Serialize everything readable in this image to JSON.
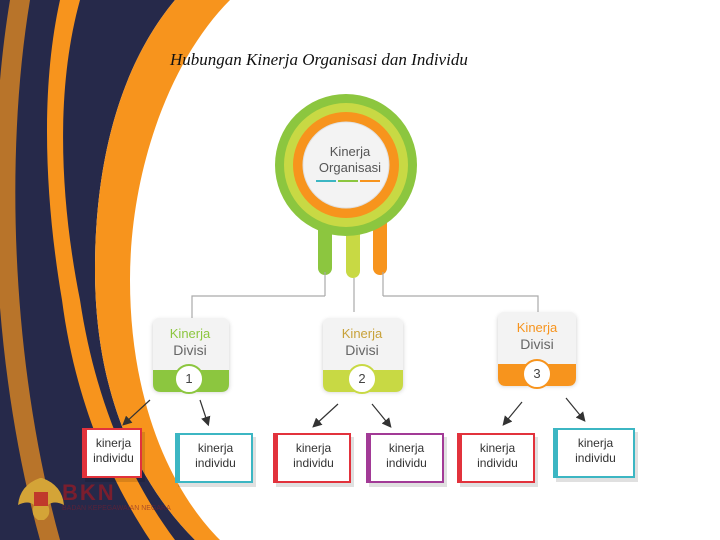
{
  "title": "Hubungan Kinerja Organisasi dan Individu",
  "center": {
    "line1": "Kinerja",
    "line2": "Organisasi"
  },
  "divisions": [
    {
      "line1": "Kinerja",
      "line2": "Divisi",
      "number": "1",
      "color": "#8cc63f"
    },
    {
      "line1": "Kinerja",
      "line2": "Divisi",
      "number": "2",
      "color": "#c8d944"
    },
    {
      "line1": "Kinerja",
      "line2": "Divisi",
      "number": "3",
      "color": "#f7941d"
    }
  ],
  "individuals": [
    {
      "line1": "kinerja",
      "line2": "individu",
      "color": "#e2323c"
    },
    {
      "line1": "kinerja",
      "line2": "individu",
      "color": "#3cb6c3"
    },
    {
      "line1": "kinerja",
      "line2": "individu",
      "color": "#e2323c"
    },
    {
      "line1": "kinerja",
      "line2": "individu",
      "color": "#a23a96"
    },
    {
      "line1": "kinerja",
      "line2": "individu",
      "color": "#e2323c"
    },
    {
      "line1": "kinerja",
      "line2": "individu",
      "color": "#3cb6c3"
    }
  ],
  "logo": {
    "text": "BKN",
    "subtitle": "BADAN KEPEGAWAIAN NEGARA"
  },
  "colors": {
    "navy": "#26294a",
    "orange": "#f7941d",
    "green": "#8cc63f",
    "lime": "#c8d944"
  }
}
